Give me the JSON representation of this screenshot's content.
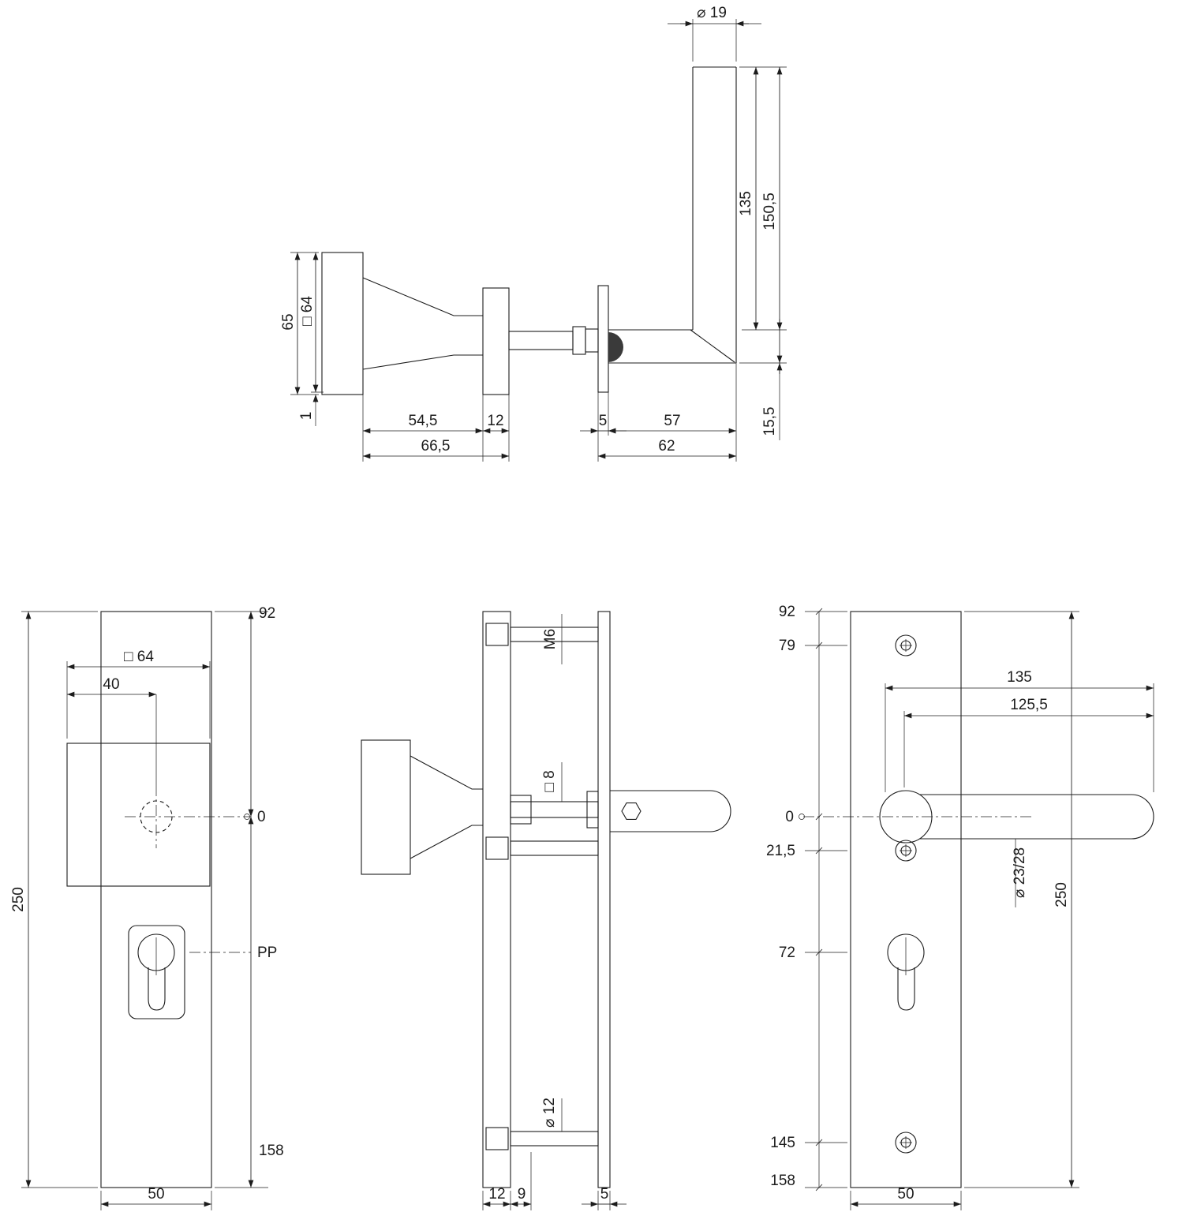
{
  "drawing": {
    "kind": "technical dimension drawing",
    "subject": "security door fitting: exterior knob plate, interior lever plate, fixing bolts",
    "line_color": "#1c1c1c",
    "background": "#ffffff"
  },
  "views": {
    "side": {
      "name": "side elevation of mounted set",
      "labels": {
        "dia19": "⌀ 19",
        "l135": "135",
        "l150_5": "150,5",
        "h65": "65",
        "sq64": "□ 64",
        "t1": "1",
        "w54_5": "54,5",
        "w12": "12",
        "w5": "5",
        "w57": "57",
        "h15_5": "15,5",
        "w66_5": "66,5",
        "w62": "62"
      }
    },
    "front_outside": {
      "name": "front view exterior plate with knob and cylinder rosette",
      "labels": {
        "h92": "92",
        "sq64": "□ 64",
        "w40": "40",
        "zero": "0",
        "h250": "250",
        "pp": "PP",
        "h158": "158",
        "w50": "50"
      }
    },
    "side_mounted": {
      "name": "side view through-fixings",
      "labels": {
        "m6": "M6",
        "sq8": "□ 8",
        "dia12": "⌀ 12",
        "w12": "12",
        "w9": "9",
        "w5": "5"
      }
    },
    "front_inside": {
      "name": "front view interior plate with lever handle",
      "labels": {
        "h92": "92",
        "h79": "79",
        "w135": "135",
        "w125_5": "125,5",
        "zero": "0",
        "h21_5": "21,5",
        "dia23_28": "⌀ 23/28",
        "h250": "250",
        "h72": "72",
        "h145": "145",
        "h158": "158",
        "w50": "50"
      }
    }
  }
}
